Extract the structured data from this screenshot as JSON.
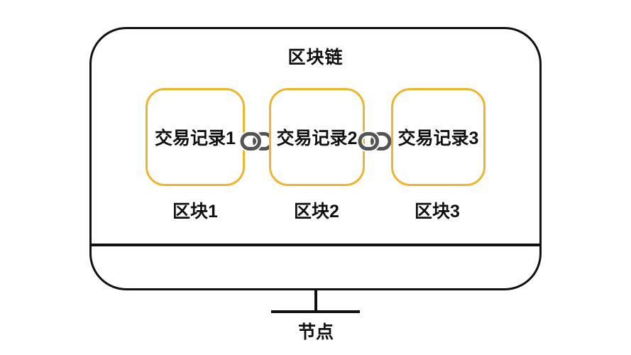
{
  "diagram": {
    "title": "区块链",
    "blocks": [
      {
        "record_label": "交易记录1",
        "block_label": "区块1"
      },
      {
        "record_label": "交易记录2",
        "block_label": "区块2"
      },
      {
        "record_label": "交易记录3",
        "block_label": "区块3"
      }
    ],
    "link_icon_name": "chain-link-icon",
    "node_label": "节点"
  },
  "colors": {
    "line": "#111111",
    "block_border": "#F0B429",
    "link_icon": "#545454",
    "text": "#111111",
    "background": "#FFFFFF"
  }
}
